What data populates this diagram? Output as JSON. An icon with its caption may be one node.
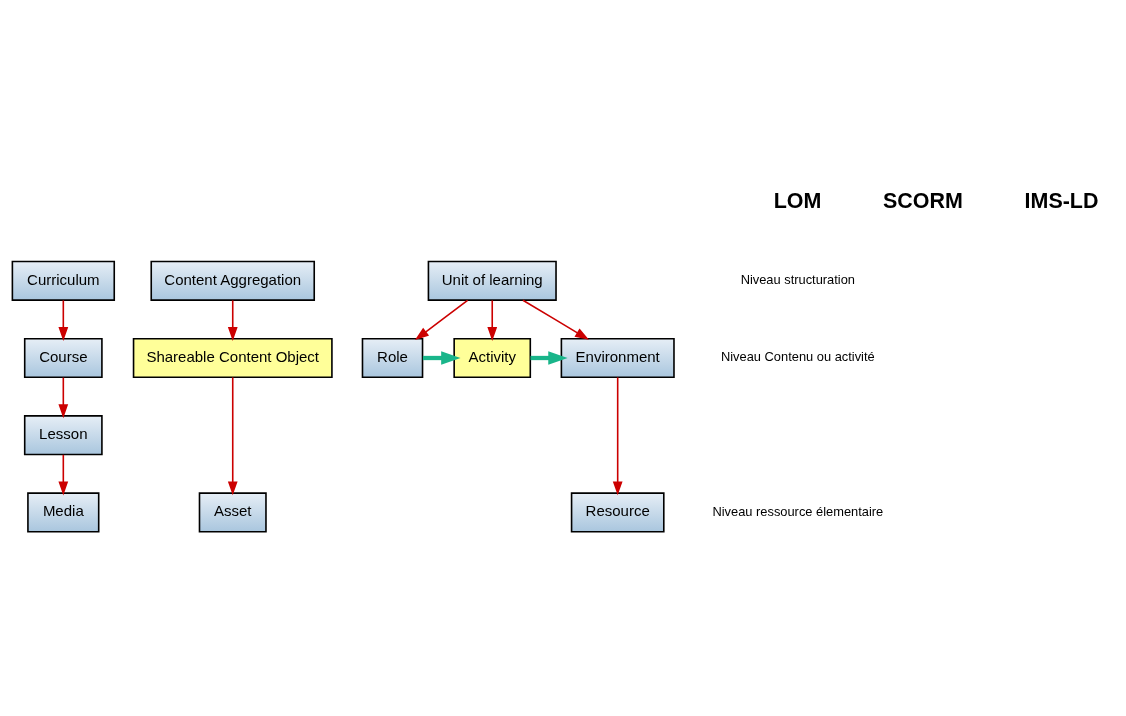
{
  "diagram": {
    "nodes": [
      {
        "text": [
          "Curriculum"
        ]
      },
      {
        "text": [
          "Course"
        ]
      },
      {
        "text": [
          "Lesson"
        ]
      },
      {
        "text": [
          "Content Aggregation"
        ]
      },
      {
        "text": [
          "Unit of learning"
        ]
      },
      {
        "text": [
          "Shareable Content Object"
        ]
      },
      {
        "text": [
          "Role"
        ]
      },
      {
        "text": [
          "Activity"
        ]
      },
      {
        "text": [
          "Environment"
        ]
      },
      {
        "text": [
          "Media"
        ]
      },
      {
        "text": [
          "Asset"
        ]
      },
      {
        "text": [
          "Resource"
        ]
      }
    ],
    "edges": [
      {
        "from": 0,
        "to": 1,
        "arrow": "to"
      },
      {
        "from": 1,
        "to": 2,
        "arrow": "to"
      },
      {
        "from": 2,
        "to": 9,
        "arrow": "to"
      },
      {
        "from": 3,
        "to": 5,
        "arrow": "to"
      },
      {
        "from": 5,
        "to": 10,
        "arrow": "to"
      },
      {
        "from": 4,
        "to": 6,
        "arrow": "to"
      },
      {
        "from": 4,
        "to": 7,
        "arrow": "to"
      },
      {
        "from": 4,
        "to": 8,
        "arrow": "to"
      },
      {
        "from": 6,
        "to": 7,
        "arrow": "to",
        "style": "thick",
        "color": "#19b58a"
      },
      {
        "from": 7,
        "to": 8,
        "arrow": "to",
        "style": "thick",
        "color": "#19b58a"
      },
      {
        "from": 8,
        "to": 11,
        "arrow": "to"
      }
    ],
    "labels": [
      "LOM",
      "SCORM",
      "IMS-LD",
      "Niveau structuration",
      "Niveau Contenu ou activité",
      "Niveau ressource élementaire"
    ]
  }
}
